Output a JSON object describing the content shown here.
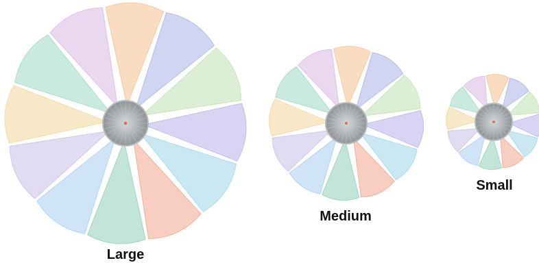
{
  "labels": {
    "large": "Large",
    "medium": "Medium",
    "small": "Small"
  },
  "colors": {
    "petals": [
      "#f6c08e",
      "#a9b3e6",
      "#bfe2b0",
      "#b6b2ea",
      "#9fd6e8",
      "#f0a58c",
      "#8fd0b8",
      "#a8cdf0",
      "#c8bfe8",
      "#f1d79a",
      "#9fd8c4",
      "#d9b8e6"
    ],
    "hub_center": "#e06a5a",
    "hub_rim": "#b8bcbd",
    "hub_fill": "#9ea3a5",
    "label_text": "#111111"
  }
}
